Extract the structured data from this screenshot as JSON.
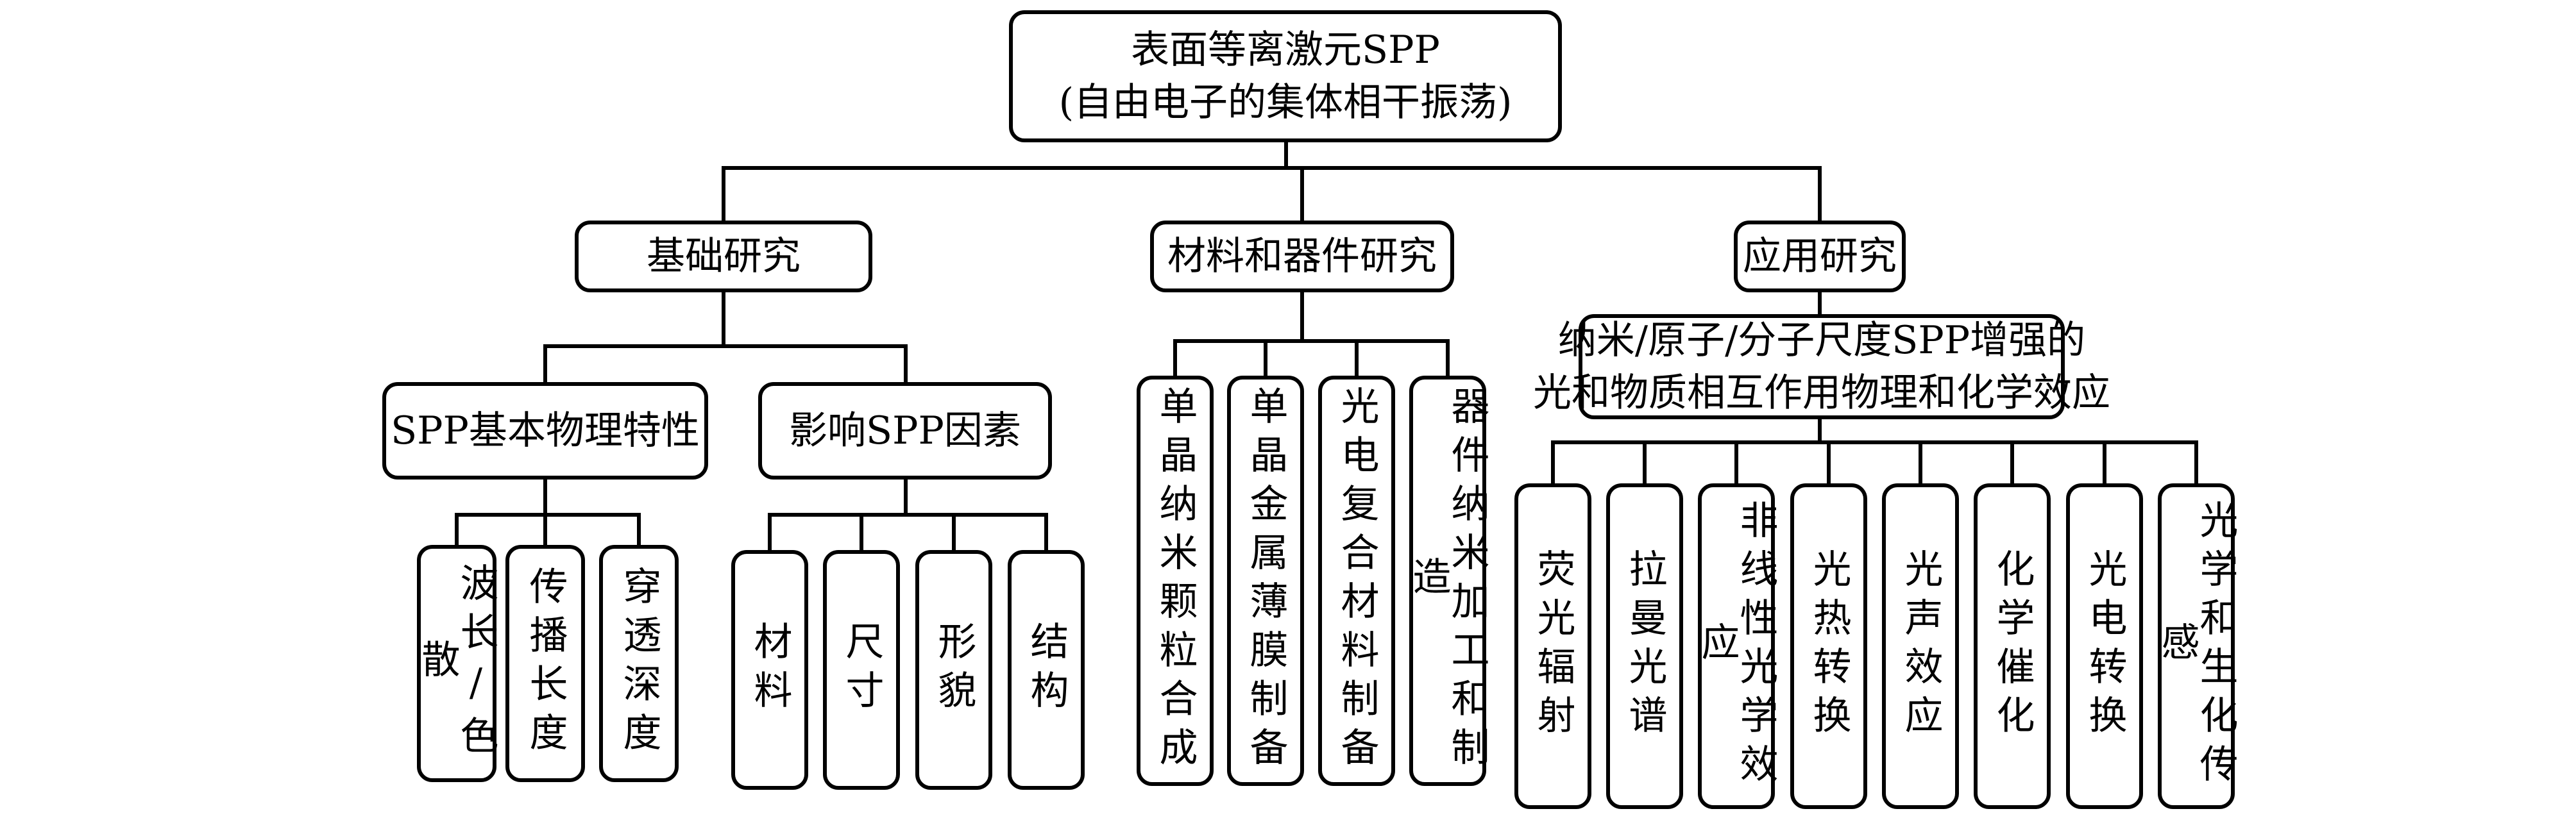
{
  "root": {
    "line1": "表面等离激元SPP",
    "line2": "(自由电子的集体相干振荡)"
  },
  "categories": {
    "basic": "基础研究",
    "materials": "材料和器件研究",
    "application": "应用研究"
  },
  "basic": {
    "physics": "SPP基本物理特性",
    "factors": "影响SPP因素",
    "physics_items": [
      "波长/色散",
      "传播长度",
      "穿透深度"
    ],
    "factor_items": [
      "材料",
      "尺寸",
      "形貌",
      "结构"
    ]
  },
  "materials": {
    "items": [
      "单晶纳米颗粒合成",
      "单晶金属薄膜制备",
      "光电复合材料制备",
      "器件纳米加工和制造"
    ]
  },
  "application": {
    "enhance_line1": "纳米/原子/分子尺度SPP增强的",
    "enhance_line2": "光和物质相互作用物理和化学效应",
    "items": [
      "荧光辐射",
      "拉曼光谱",
      "非线性光学效应",
      "光热转换",
      "光声效应",
      "化学催化",
      "光电转换",
      "光学和生化传感"
    ]
  }
}
